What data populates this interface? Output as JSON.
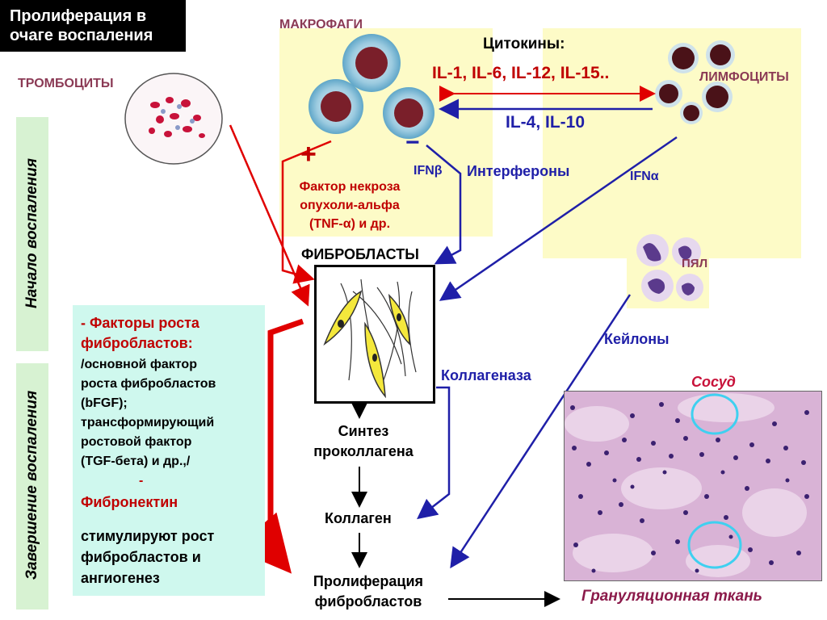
{
  "title": {
    "line1": "Пролиферация в",
    "line2": "очаге воспаления"
  },
  "cells": {
    "platelets": "ТРОМБОЦИТЫ",
    "macrophages": "МАКРОФАГИ",
    "lymphocytes": "ЛИМФОЦИТЫ",
    "pmn": "ПЯЛ"
  },
  "cytokines": {
    "title": "Цитокины:",
    "il_top": "IL-1, IL-6, IL-12, IL-15..",
    "il_bottom": "IL-4, IL-10"
  },
  "signals": {
    "plus": "+",
    "minus": "−",
    "tnf_line1": "Фактор некроза",
    "tnf_line2": "опухоли-альфа",
    "tnf_line3": "(TNF-α) и др.",
    "ifnb": "IFNβ",
    "interferons": "Интерфероны",
    "ifna": "IFNα",
    "keylons": "Кейлоны",
    "collagenase": "Коллагеназа"
  },
  "fibroblasts": "ФИБРОБЛАСТЫ",
  "sidebar": {
    "start": "Начало воспаления",
    "end": "Завершение воспаления"
  },
  "growth": {
    "l1": "- Факторы роста",
    "l2": "фибробластов:",
    "l3": "/основной фактор",
    "l4": "роста фибробластов",
    "l5": "(bFGF);",
    "l6": "трансформирующий",
    "l7": "ростовой фактор",
    "l8": "(TGF-бета) и др.,/",
    "l9": "-",
    "l10": "Фибронектин",
    "l11": "стимулируют рост",
    "l12": "фибробластов  и",
    "l13": "ангиогенез"
  },
  "flow": {
    "synth1": "Синтез",
    "synth2": "проколлагена",
    "collagen": "Коллаген",
    "prolif1": "Пролиферация",
    "prolif2": "фибробластов"
  },
  "tissue": {
    "vessel": "Сосуд",
    "label": "Грануляционная ткань"
  },
  "colors": {
    "red": "#c00000",
    "blue": "#1f1fa8",
    "yellow_bg": "#fdfbc7",
    "green_bg": "#cff8ee"
  }
}
